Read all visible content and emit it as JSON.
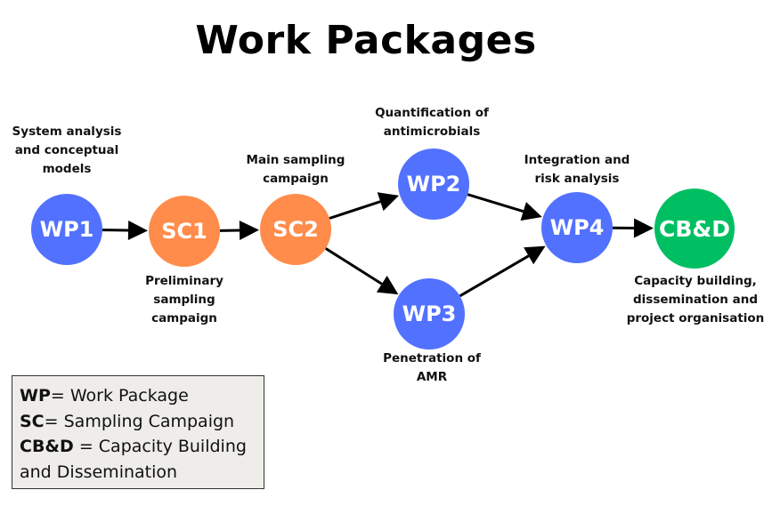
{
  "title": "Work Packages",
  "colors": {
    "work_package": "#5271ff",
    "sampling_campaign": "#ff8c4a",
    "capacity_building": "#00bf63",
    "arrow": "#000000",
    "legend_bg": "#eeedea"
  },
  "nodes": [
    {
      "id": "WP1",
      "label": "WP1",
      "type": "work_package",
      "description": "System analysis\nand conceptual\nmodels"
    },
    {
      "id": "SC1",
      "label": "SC1",
      "type": "sampling_campaign",
      "description": "Preliminary\nsampling\ncampaign"
    },
    {
      "id": "SC2",
      "label": "SC2",
      "type": "sampling_campaign",
      "description": "Main sampling\ncampaign"
    },
    {
      "id": "WP2",
      "label": "WP2",
      "type": "work_package",
      "description": "Quantification of\nantimicrobials"
    },
    {
      "id": "WP3",
      "label": "WP3",
      "type": "work_package",
      "description": "Penetration of\nAMR"
    },
    {
      "id": "WP4",
      "label": "WP4",
      "type": "work_package",
      "description": "Integration and\nrisk analysis"
    },
    {
      "id": "CBD",
      "label": "CB&D",
      "type": "capacity_building",
      "description": "Capacity building,\ndissemination and\nproject organisation"
    }
  ],
  "edges": [
    {
      "from": "WP1",
      "to": "SC1"
    },
    {
      "from": "SC1",
      "to": "SC2"
    },
    {
      "from": "SC2",
      "to": "WP2"
    },
    {
      "from": "SC2",
      "to": "WP3"
    },
    {
      "from": "WP2",
      "to": "WP4"
    },
    {
      "from": "WP3",
      "to": "WP4"
    },
    {
      "from": "WP4",
      "to": "CBD"
    }
  ],
  "legend": [
    {
      "abbr": "WP",
      "sep": "= ",
      "meaning": "Work Package"
    },
    {
      "abbr": "SC",
      "sep": "= ",
      "meaning": "Sampling Campaign"
    },
    {
      "abbr": "CB&D",
      "sep": " = ",
      "meaning": "Capacity Building and Dissemination"
    }
  ]
}
